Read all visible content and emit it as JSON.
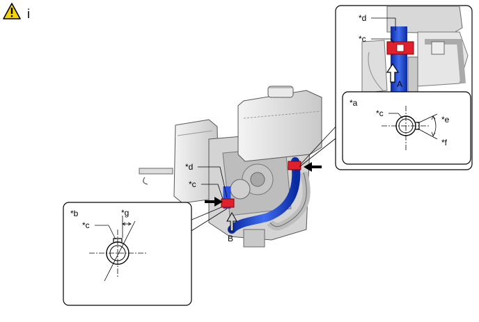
{
  "header": {
    "warning_icon": "warning-triangle-icon",
    "info_letter": "i"
  },
  "labels": {
    "main_d": "*d",
    "main_c": "*c",
    "arrow_b": "B",
    "inset_top_d": "*d",
    "inset_top_c": "*c",
    "arrow_a": "A",
    "inset_a_title": "*a",
    "inset_a_c": "*c",
    "inset_a_e": "*e",
    "inset_a_f": "*f",
    "inset_b_title": "*b",
    "inset_b_c": "*c",
    "inset_b_g": "*g"
  },
  "colors": {
    "hose_blue": "#1f3fd0",
    "clamp_red": "#e0202c",
    "warning_yellow": "#f5d400",
    "outline": "#000000"
  }
}
